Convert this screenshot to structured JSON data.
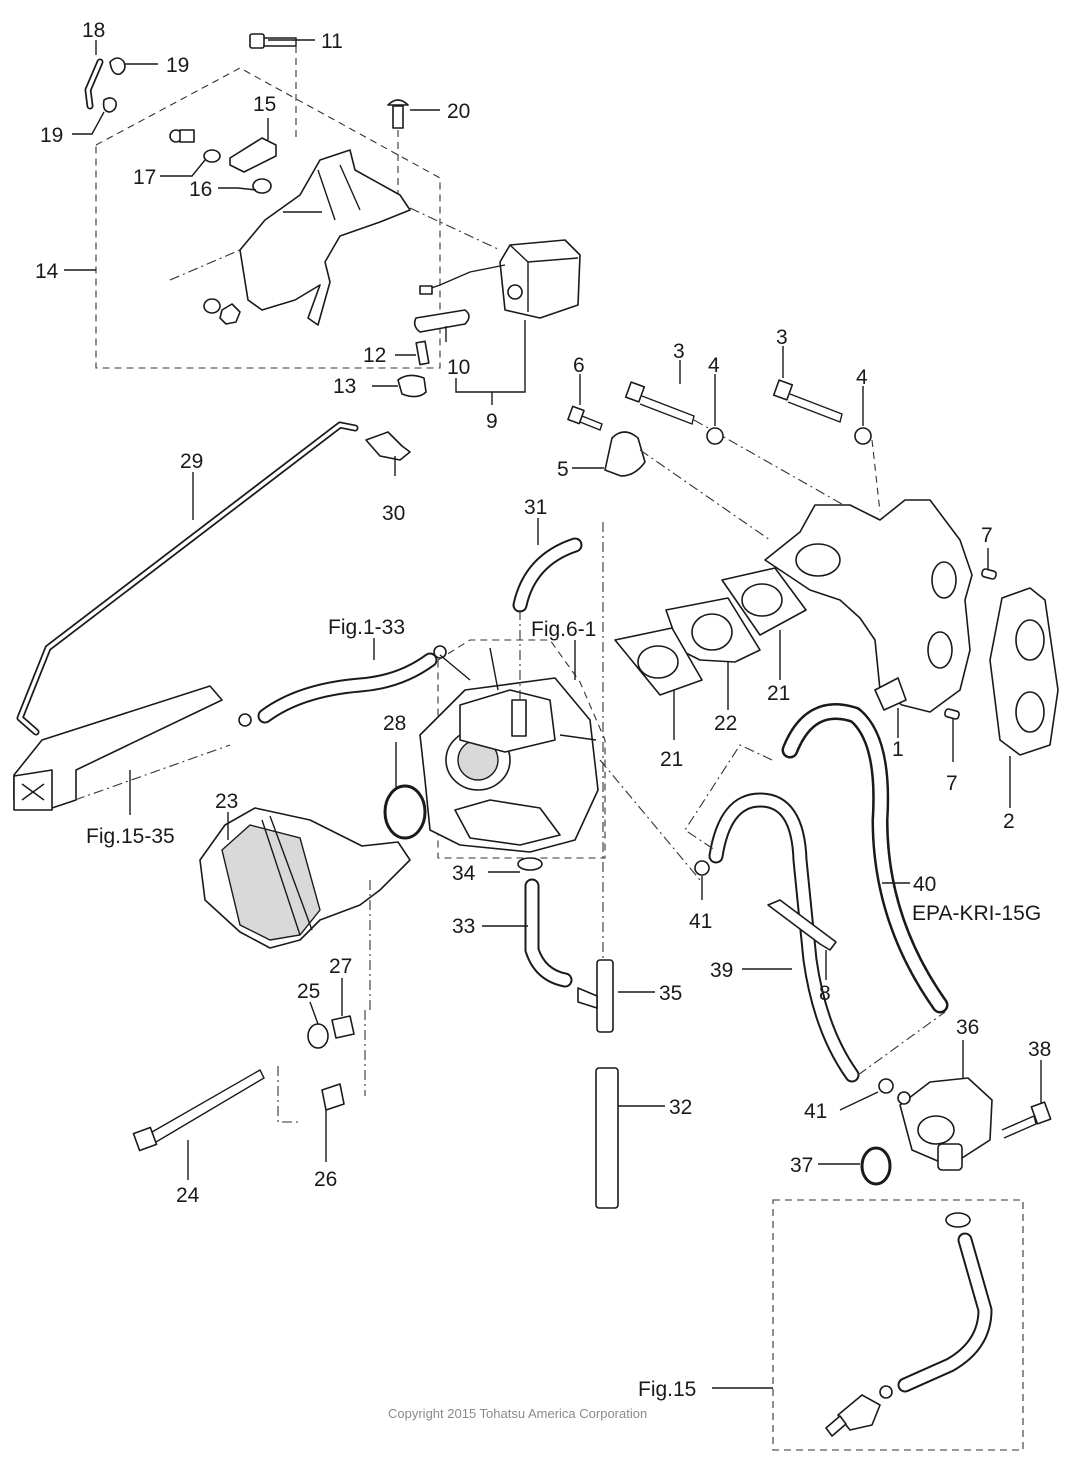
{
  "callouts": [
    {
      "id": "18",
      "text": "18"
    },
    {
      "id": "19a",
      "text": "19"
    },
    {
      "id": "19b",
      "text": "19"
    },
    {
      "id": "11",
      "text": "11"
    },
    {
      "id": "20",
      "text": "20"
    },
    {
      "id": "15",
      "text": "15"
    },
    {
      "id": "17",
      "text": "17"
    },
    {
      "id": "16",
      "text": "16"
    },
    {
      "id": "14",
      "text": "14"
    },
    {
      "id": "12",
      "text": "12"
    },
    {
      "id": "10",
      "text": "10"
    },
    {
      "id": "13",
      "text": "13"
    },
    {
      "id": "9",
      "text": "9"
    },
    {
      "id": "6",
      "text": "6"
    },
    {
      "id": "3a",
      "text": "3"
    },
    {
      "id": "4a",
      "text": "4"
    },
    {
      "id": "3b",
      "text": "3"
    },
    {
      "id": "4b",
      "text": "4"
    },
    {
      "id": "5",
      "text": "5"
    },
    {
      "id": "29",
      "text": "29"
    },
    {
      "id": "30",
      "text": "30"
    },
    {
      "id": "31",
      "text": "31"
    },
    {
      "id": "fig1-33",
      "text": "Fig.1-33"
    },
    {
      "id": "fig6-1",
      "text": "Fig.6-1"
    },
    {
      "id": "7a",
      "text": "7"
    },
    {
      "id": "21a",
      "text": "21"
    },
    {
      "id": "22",
      "text": "22"
    },
    {
      "id": "21b",
      "text": "21"
    },
    {
      "id": "1",
      "text": "1"
    },
    {
      "id": "7b",
      "text": "7"
    },
    {
      "id": "2",
      "text": "2"
    },
    {
      "id": "28",
      "text": "28"
    },
    {
      "id": "23",
      "text": "23"
    },
    {
      "id": "fig15-35",
      "text": "Fig.15-35"
    },
    {
      "id": "34",
      "text": "34"
    },
    {
      "id": "41a",
      "text": "41"
    },
    {
      "id": "40",
      "text": "40"
    },
    {
      "id": "epa",
      "text": "EPA-KRI-15G"
    },
    {
      "id": "33",
      "text": "33"
    },
    {
      "id": "39",
      "text": "39"
    },
    {
      "id": "8",
      "text": "8"
    },
    {
      "id": "27",
      "text": "27"
    },
    {
      "id": "25",
      "text": "25"
    },
    {
      "id": "35",
      "text": "35"
    },
    {
      "id": "36",
      "text": "36"
    },
    {
      "id": "38",
      "text": "38"
    },
    {
      "id": "32",
      "text": "32"
    },
    {
      "id": "41b",
      "text": "41"
    },
    {
      "id": "37",
      "text": "37"
    },
    {
      "id": "24",
      "text": "24"
    },
    {
      "id": "26",
      "text": "26"
    },
    {
      "id": "fig15",
      "text": "Fig.15"
    }
  ],
  "copyright": "Copyright 2015 Tohatsu America Corporation"
}
